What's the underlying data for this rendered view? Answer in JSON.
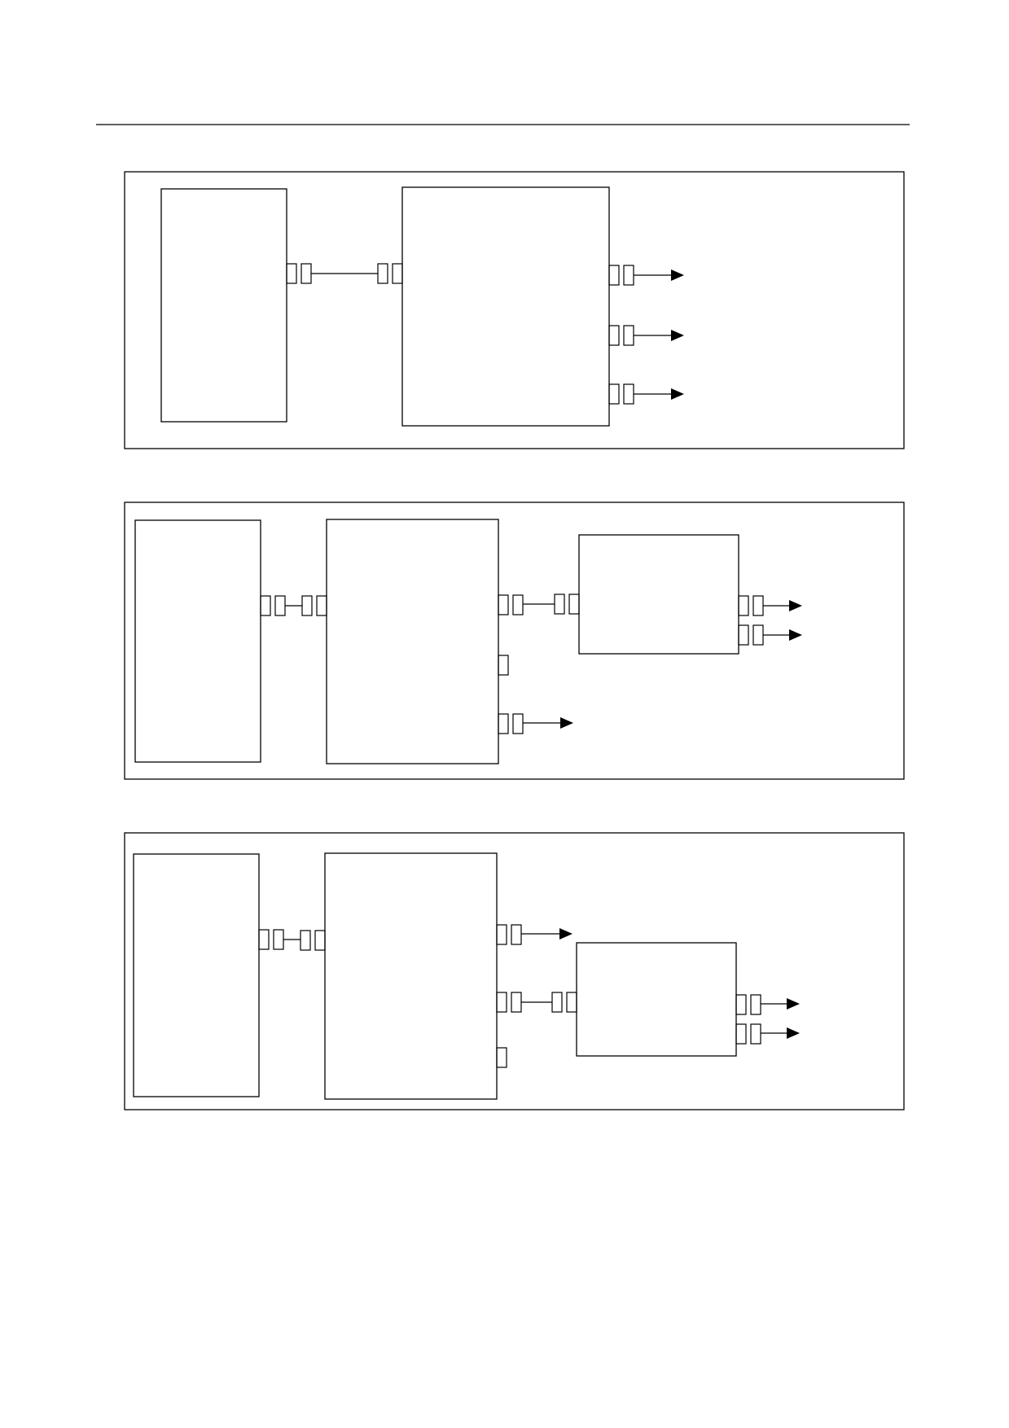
{
  "page": {
    "background": "#ffffff",
    "line_color": "#000000"
  },
  "diagrams": [
    {
      "id": "diagram-1",
      "blocks": [
        {
          "name": "block-left"
        },
        {
          "name": "block-middle"
        }
      ],
      "connectors": [
        {
          "name": "connector-left-to-middle"
        }
      ],
      "outputs": [
        {
          "name": "output-arrow-1"
        },
        {
          "name": "output-arrow-2"
        },
        {
          "name": "output-arrow-3"
        }
      ]
    },
    {
      "id": "diagram-2",
      "blocks": [
        {
          "name": "block-left"
        },
        {
          "name": "block-middle"
        },
        {
          "name": "block-right"
        }
      ],
      "connectors": [
        {
          "name": "connector-left-to-middle"
        },
        {
          "name": "connector-middle-to-right"
        }
      ],
      "outputs": [
        {
          "name": "output-arrow-right-1"
        },
        {
          "name": "output-arrow-right-2"
        },
        {
          "name": "output-arrow-middle"
        }
      ]
    },
    {
      "id": "diagram-3",
      "blocks": [
        {
          "name": "block-left"
        },
        {
          "name": "block-middle"
        },
        {
          "name": "block-right"
        }
      ],
      "connectors": [
        {
          "name": "connector-left-to-middle"
        },
        {
          "name": "connector-middle-to-right"
        }
      ],
      "outputs": [
        {
          "name": "output-arrow-middle"
        },
        {
          "name": "output-arrow-right-1"
        },
        {
          "name": "output-arrow-right-2"
        }
      ]
    }
  ]
}
